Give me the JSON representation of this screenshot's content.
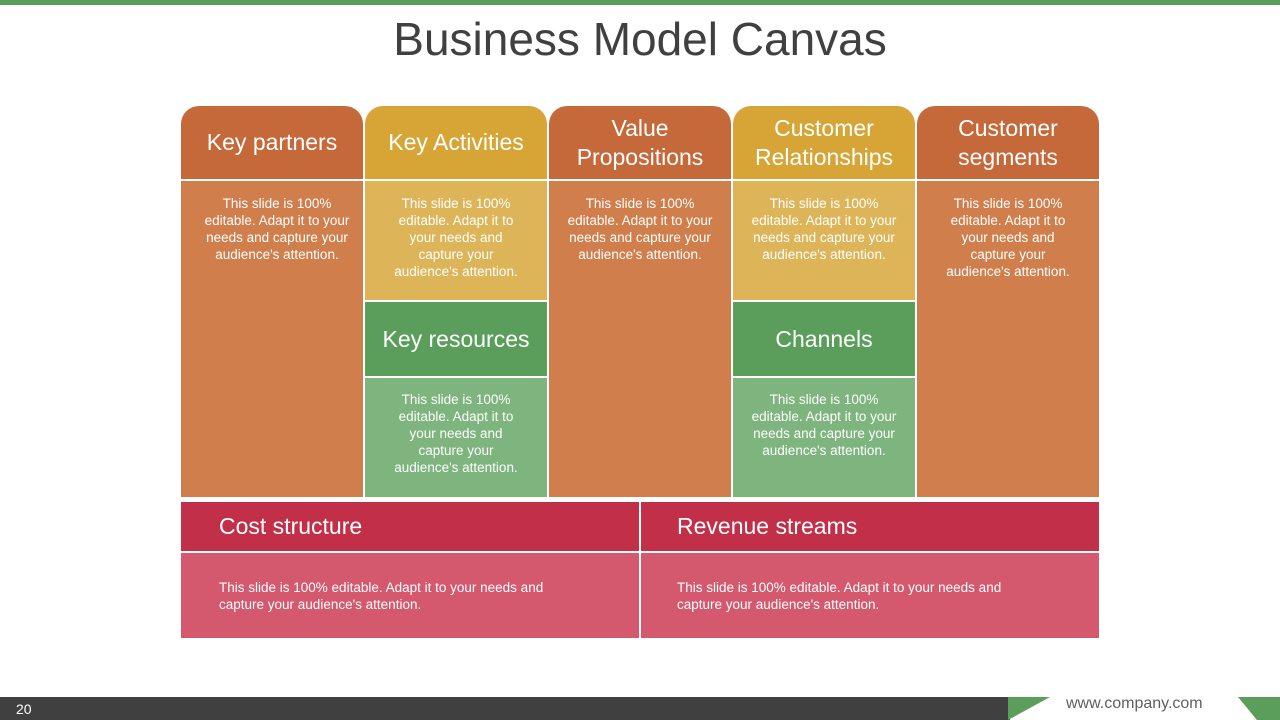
{
  "title": "Business Model Canvas",
  "placeholder_text": "This slide is 100% editable. Adapt it to your needs and capture your audience's attention.",
  "blocks": {
    "key_partners": {
      "label": "Key partners",
      "text": "This slide is 100% editable. Adapt it to your needs and capture your audience's attention."
    },
    "key_activities": {
      "label": "Key Activities",
      "text": "This slide is 100% editable. Adapt it to your needs and capture your audience's attention."
    },
    "key_resources": {
      "label": "Key resources",
      "text": "This slide is 100% editable. Adapt it to your needs and capture your audience's attention."
    },
    "value_propositions": {
      "label": "Value Propositions",
      "text": "This slide is 100% editable. Adapt it to your needs and capture your audience's attention."
    },
    "customer_relationships": {
      "label": "Customer Relationships",
      "text": "This slide is 100% editable. Adapt it to your needs and capture your audience's attention."
    },
    "channels": {
      "label": "Channels",
      "text": "This slide is 100% editable. Adapt it to your needs and capture your audience's attention."
    },
    "customer_segments": {
      "label": "Customer segments",
      "text": "This slide is 100% editable. Adapt it to your needs and capture your audience's attention."
    },
    "cost_structure": {
      "label": "Cost structure",
      "text": "This slide is 100% editable. Adapt it to your needs and capture your audience's attention."
    },
    "revenue_streams": {
      "label": "Revenue streams",
      "text": "This slide is 100% editable. Adapt it to your needs and capture your audience's attention."
    }
  },
  "footer": {
    "page_number": "20",
    "url": "www.company.com"
  },
  "colors": {
    "orange_dark": "#c5683a",
    "orange_light": "#d07e4c",
    "yellow_dark": "#d6a535",
    "yellow_light": "#ddb458",
    "green_dark": "#5b9e5b",
    "green_light": "#7eb47e",
    "red_dark": "#c22f48",
    "red_light": "#d4586e",
    "footer_dark": "#404040"
  }
}
